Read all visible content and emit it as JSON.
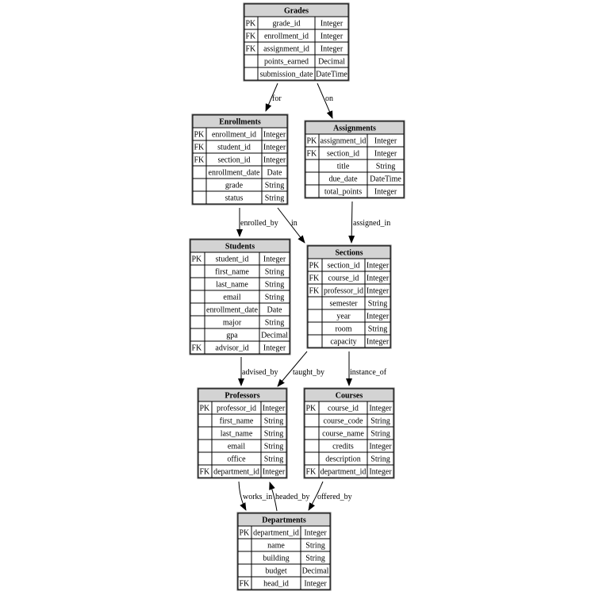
{
  "colors": {
    "header_fill": "#d3d3d3",
    "border": "#000000",
    "edge": "#000000"
  },
  "tables": [
    {
      "id": "grades",
      "name": "Grades",
      "rows": [
        [
          "PK",
          "grade_id",
          "Integer"
        ],
        [
          "FK",
          "enrollment_id",
          "Integer"
        ],
        [
          "FK",
          "assignment_id",
          "Integer"
        ],
        [
          "",
          "points_earned",
          "Decimal"
        ],
        [
          "",
          "submission_date",
          "DateTime"
        ]
      ]
    },
    {
      "id": "enrollments",
      "name": "Enrollments",
      "rows": [
        [
          "PK",
          "enrollment_id",
          "Integer"
        ],
        [
          "FK",
          "student_id",
          "Integer"
        ],
        [
          "FK",
          "section_id",
          "Integer"
        ],
        [
          "",
          "enrollment_date",
          "Date"
        ],
        [
          "",
          "grade",
          "String"
        ],
        [
          "",
          "status",
          "String"
        ]
      ]
    },
    {
      "id": "assignments",
      "name": "Assignments",
      "rows": [
        [
          "PK",
          "assignment_id",
          "Integer"
        ],
        [
          "FK",
          "section_id",
          "Integer"
        ],
        [
          "",
          "title",
          "String"
        ],
        [
          "",
          "due_date",
          "DateTime"
        ],
        [
          "",
          "total_points",
          "Integer"
        ]
      ]
    },
    {
      "id": "students",
      "name": "Students",
      "rows": [
        [
          "PK",
          "student_id",
          "Integer"
        ],
        [
          "",
          "first_name",
          "String"
        ],
        [
          "",
          "last_name",
          "String"
        ],
        [
          "",
          "email",
          "String"
        ],
        [
          "",
          "enrollment_date",
          "Date"
        ],
        [
          "",
          "major",
          "String"
        ],
        [
          "",
          "gpa",
          "Decimal"
        ],
        [
          "FK",
          "advisor_id",
          "Integer"
        ]
      ]
    },
    {
      "id": "sections",
      "name": "Sections",
      "rows": [
        [
          "PK",
          "section_id",
          "Integer"
        ],
        [
          "FK",
          "course_id",
          "Integer"
        ],
        [
          "FK",
          "professor_id",
          "Integer"
        ],
        [
          "",
          "semester",
          "String"
        ],
        [
          "",
          "year",
          "Integer"
        ],
        [
          "",
          "room",
          "String"
        ],
        [
          "",
          "capacity",
          "Integer"
        ]
      ]
    },
    {
      "id": "professors",
      "name": "Professors",
      "rows": [
        [
          "PK",
          "professor_id",
          "Integer"
        ],
        [
          "",
          "first_name",
          "String"
        ],
        [
          "",
          "last_name",
          "String"
        ],
        [
          "",
          "email",
          "String"
        ],
        [
          "",
          "office",
          "String"
        ],
        [
          "FK",
          "department_id",
          "Integer"
        ]
      ]
    },
    {
      "id": "courses",
      "name": "Courses",
      "rows": [
        [
          "PK",
          "course_id",
          "Integer"
        ],
        [
          "",
          "course_code",
          "String"
        ],
        [
          "",
          "course_name",
          "String"
        ],
        [
          "",
          "credits",
          "Integer"
        ],
        [
          "",
          "description",
          "String"
        ],
        [
          "FK",
          "department_id",
          "Integer"
        ]
      ]
    },
    {
      "id": "departments",
      "name": "Departments",
      "rows": [
        [
          "PK",
          "department_id",
          "Integer"
        ],
        [
          "",
          "name",
          "String"
        ],
        [
          "",
          "building",
          "String"
        ],
        [
          "",
          "budget",
          "Decimal"
        ],
        [
          "FK",
          "head_id",
          "Integer"
        ]
      ]
    }
  ],
  "relationships": [
    {
      "id": "for",
      "from": "Grades",
      "to": "Enrollments",
      "label": "for"
    },
    {
      "id": "on",
      "from": "Grades",
      "to": "Assignments",
      "label": "on"
    },
    {
      "id": "enrolled_by",
      "from": "Enrollments",
      "to": "Students",
      "label": "enrolled_by"
    },
    {
      "id": "in",
      "from": "Enrollments",
      "to": "Sections",
      "label": "in"
    },
    {
      "id": "assigned_in",
      "from": "Assignments",
      "to": "Sections",
      "label": "assigned_in"
    },
    {
      "id": "advised_by",
      "from": "Students",
      "to": "Professors",
      "label": "advised_by"
    },
    {
      "id": "taught_by",
      "from": "Sections",
      "to": "Professors",
      "label": "taught_by"
    },
    {
      "id": "instance_of",
      "from": "Sections",
      "to": "Courses",
      "label": "instance_of"
    },
    {
      "id": "works_in",
      "from": "Professors",
      "to": "Departments",
      "label": "works_in"
    },
    {
      "id": "headed_by",
      "from": "Departments",
      "to": "Professors",
      "label": "headed_by"
    },
    {
      "id": "offered_by",
      "from": "Courses",
      "to": "Departments",
      "label": "offered_by"
    }
  ]
}
